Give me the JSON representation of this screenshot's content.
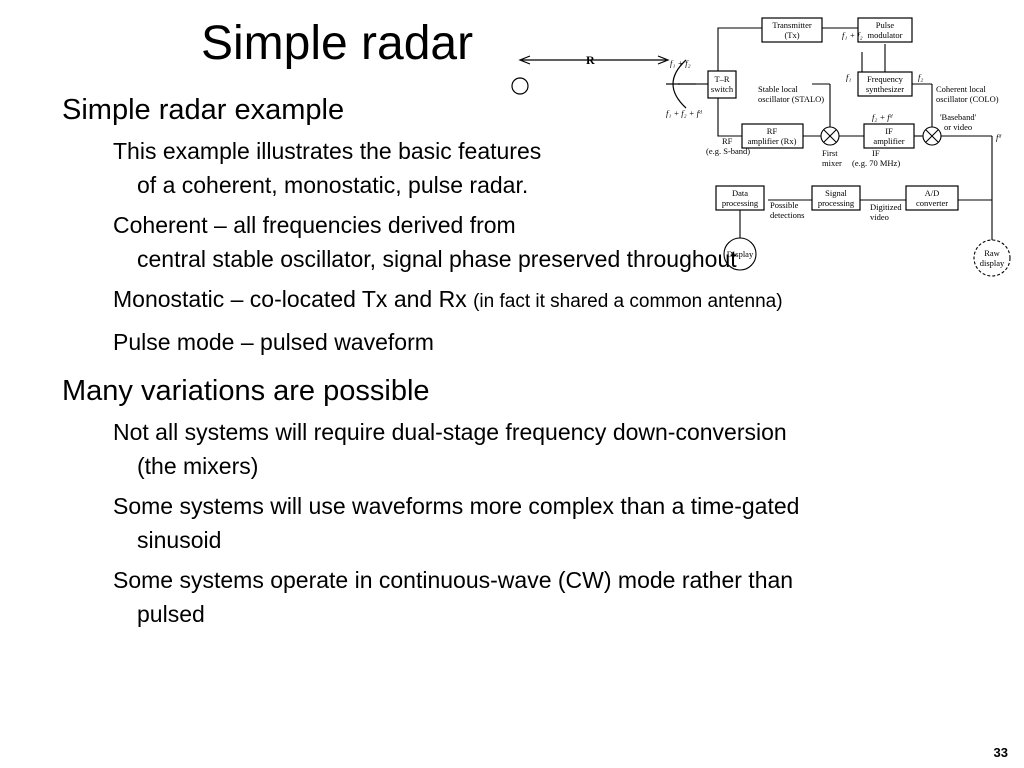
{
  "slide": {
    "title": "Simple radar",
    "page_number": "33"
  },
  "bullets": [
    {
      "text": "Simple radar example",
      "children": [
        {
          "lines": [
            "This example illustrates the basic features",
            "of a coherent, monostatic, pulse radar."
          ]
        },
        {
          "lines": [
            "Coherent – all frequencies derived from",
            "central stable oscillator, signal phase preserved throughout"
          ]
        },
        {
          "lines": [
            "Monostatic – co-located Tx and Rx "
          ],
          "small": "(in fact it shared a common antenna)"
        },
        {
          "lines": [
            "Pulse mode – pulsed waveform"
          ]
        }
      ]
    },
    {
      "text": "Many variations are possible",
      "children": [
        {
          "lines": [
            "Not all systems will require dual-stage frequency down-conversion",
            "(the mixers)"
          ]
        },
        {
          "lines": [
            "Some systems will use waveforms more complex than a time-gated",
            "sinusoid"
          ]
        },
        {
          "lines": [
            "Some systems operate in continuous-wave (CW) mode rather than",
            "pulsed"
          ]
        }
      ]
    }
  ],
  "diagram": {
    "range_label": "R",
    "blocks": {
      "transmitter": [
        "Transmitter",
        "(Tx)"
      ],
      "pulse_modulator": [
        "Pulse",
        "modulator"
      ],
      "tr_switch": [
        "T–R",
        "switch"
      ],
      "freq_synth": [
        "Frequency",
        "synthesizer"
      ],
      "rf_amp": [
        "RF",
        "amplifier (Rx)"
      ],
      "if_amp": [
        "IF",
        "amplifier"
      ],
      "data_processing": [
        "Data",
        "processing"
      ],
      "signal_processing": [
        "Signal",
        "processing"
      ],
      "ad_converter": [
        "A/D",
        "converter"
      ],
      "display": [
        "Display"
      ],
      "raw_display": [
        "Raw",
        "display"
      ]
    },
    "labels": {
      "f1_plus_f2_top": "f₁ + f₂",
      "f1_plus_f2_fd": "f₁ + f₂ + fᵈ",
      "f1": "f₁",
      "f2": "f₂",
      "f2_plus_fd": "f₂ + fᵈ",
      "fd": "fᵈ",
      "stalo": [
        "Stable local",
        "oscillator (STALO)"
      ],
      "colo": [
        "Coherent local",
        "oscillator (COLO)"
      ],
      "baseband": [
        "'Baseband'",
        "or video"
      ],
      "rf_band": [
        "RF",
        "(e.g. S-band)"
      ],
      "first_mixer": [
        "First",
        "mixer"
      ],
      "if_band": [
        "IF",
        "(e.g. 70 MHz)"
      ],
      "possible_detections": [
        "Possible",
        "detections"
      ],
      "digitized_video": [
        "Digitized",
        "video"
      ]
    }
  }
}
